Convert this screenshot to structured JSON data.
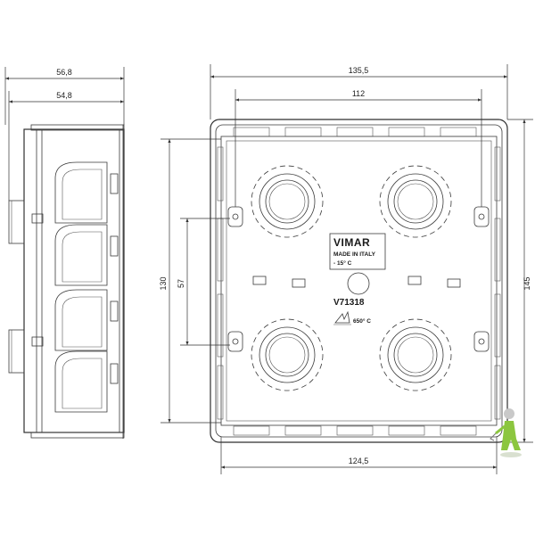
{
  "dimensions": {
    "side_depth_outer": "56,8",
    "side_depth_inner": "54,8",
    "front_width_outer": "135,5",
    "front_width_inner": "112",
    "front_height_inner": "130",
    "front_height_outer": "145",
    "hole_spacing": "57",
    "bottom_width": "124,5"
  },
  "label": {
    "brand": "VIMAR",
    "made_in": "MADE IN ITALY",
    "temperature_min": "- 15° C",
    "model": "V71318",
    "glow_wire": "650° C"
  },
  "colors": {
    "line": "#2f2f2f",
    "mascot_green": "#8cc63f"
  },
  "icons": [
    "flame-icon",
    "mascot-icon"
  ]
}
